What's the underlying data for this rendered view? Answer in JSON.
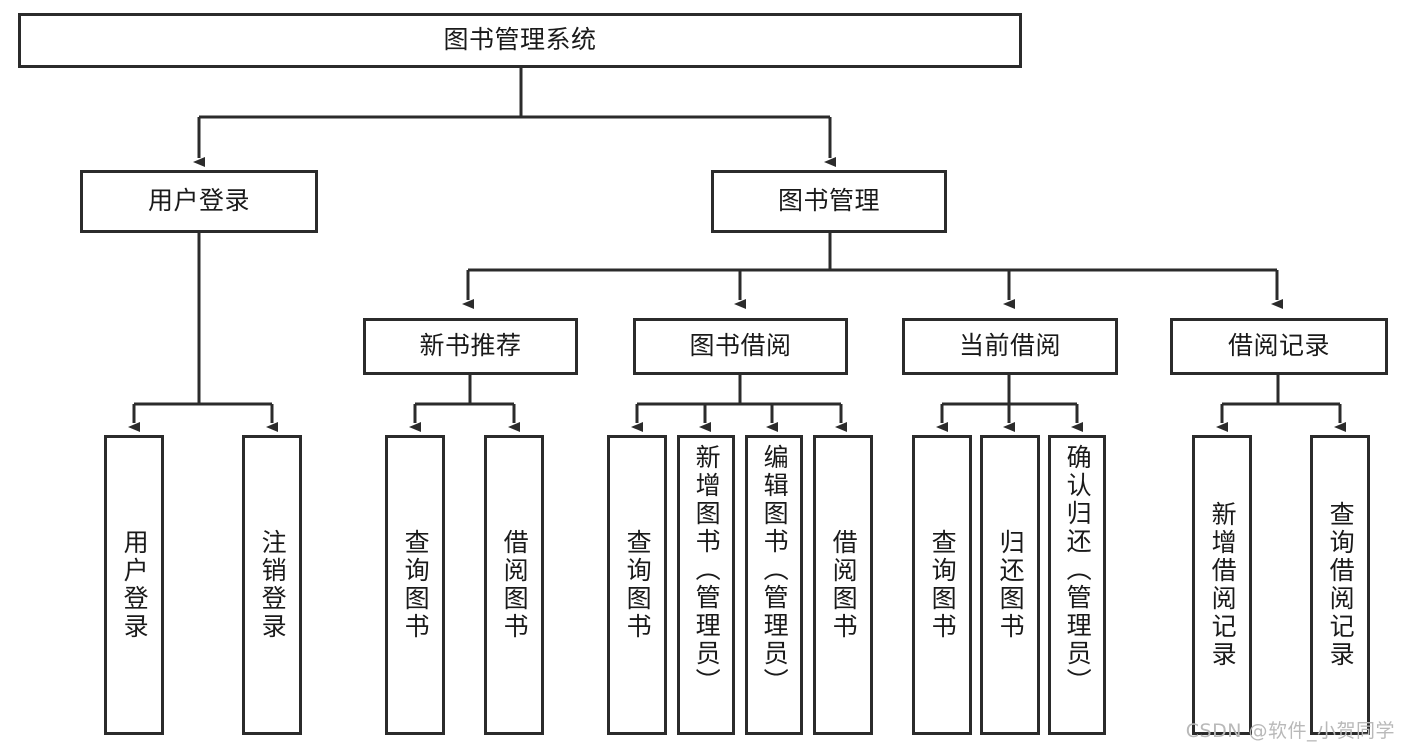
{
  "diagram": {
    "title": "图书管理系统",
    "type": "tree-hierarchy-chart",
    "colors": {
      "box_border": "#2b2b2b",
      "box_fill": "#ffffff",
      "connector": "#2b2b2b",
      "watermark": "#b9b9b9",
      "page_background": "#ffffff"
    },
    "root": {
      "label": "图书管理系统"
    },
    "level2": [
      {
        "label": "用户登录"
      },
      {
        "label": "图书管理"
      }
    ],
    "level3": [
      {
        "label": "新书推荐"
      },
      {
        "label": "图书借阅"
      },
      {
        "label": "当前借阅"
      },
      {
        "label": "借阅记录"
      }
    ],
    "leaves": {
      "user_login": [
        {
          "label": "用户登录"
        },
        {
          "label": "注销登录"
        }
      ],
      "new_book_recommend": [
        {
          "label": "查询图书"
        },
        {
          "label": "借阅图书"
        }
      ],
      "book_borrow": [
        {
          "label": "查询图书"
        },
        {
          "label": "新增图书（管理员）"
        },
        {
          "label": "编辑图书（管理员）"
        },
        {
          "label": "借阅图书"
        }
      ],
      "current_borrow": [
        {
          "label": "查询图书"
        },
        {
          "label": "归还图书"
        },
        {
          "label": "确认归还（管理员）"
        }
      ],
      "borrow_record": [
        {
          "label": "新增借阅记录"
        },
        {
          "label": "查询借阅记录"
        }
      ]
    },
    "watermark": "CSDN @软件_小贺同学"
  }
}
